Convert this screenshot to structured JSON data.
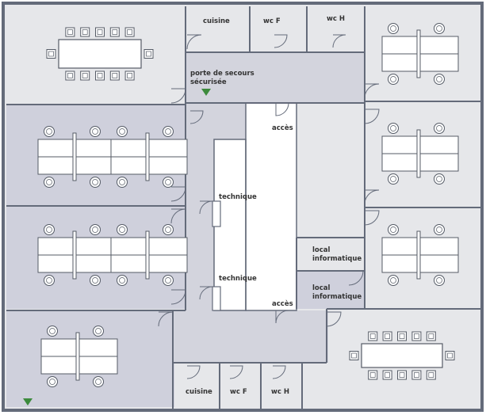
{
  "floorplan": {
    "colors": {
      "wall": "#646b7a",
      "room_light": "#e6e7ea",
      "room_dark": "#cfd0dc",
      "corridor": "#d3d4dd",
      "white": "#ffffff",
      "furniture_stroke": "#555b66",
      "exit_marker": "#3c8a3c"
    },
    "rooms": {
      "cuisine_top": "cuisine",
      "wc_f_top": "wc F",
      "wc_h_top": "wc H",
      "emergency_exit_line1": "porte de secours",
      "emergency_exit_line2": "sécurisée",
      "acces_top": "accès",
      "acces_bottom": "accès",
      "technique_top": "technique",
      "technique_bottom": "technique",
      "local_info_top_line1": "local",
      "local_info_top_line2": "informatique",
      "local_info_bottom_line1": "local",
      "local_info_bottom_line2": "informatique",
      "cuisine_bottom": "cuisine",
      "wc_f_bottom": "wc F",
      "wc_h_bottom": "wc H"
    },
    "icons": {
      "exit_marker": "triangle-down-icon",
      "chair": "circle-chair-icon",
      "door": "door-swing-icon"
    }
  }
}
